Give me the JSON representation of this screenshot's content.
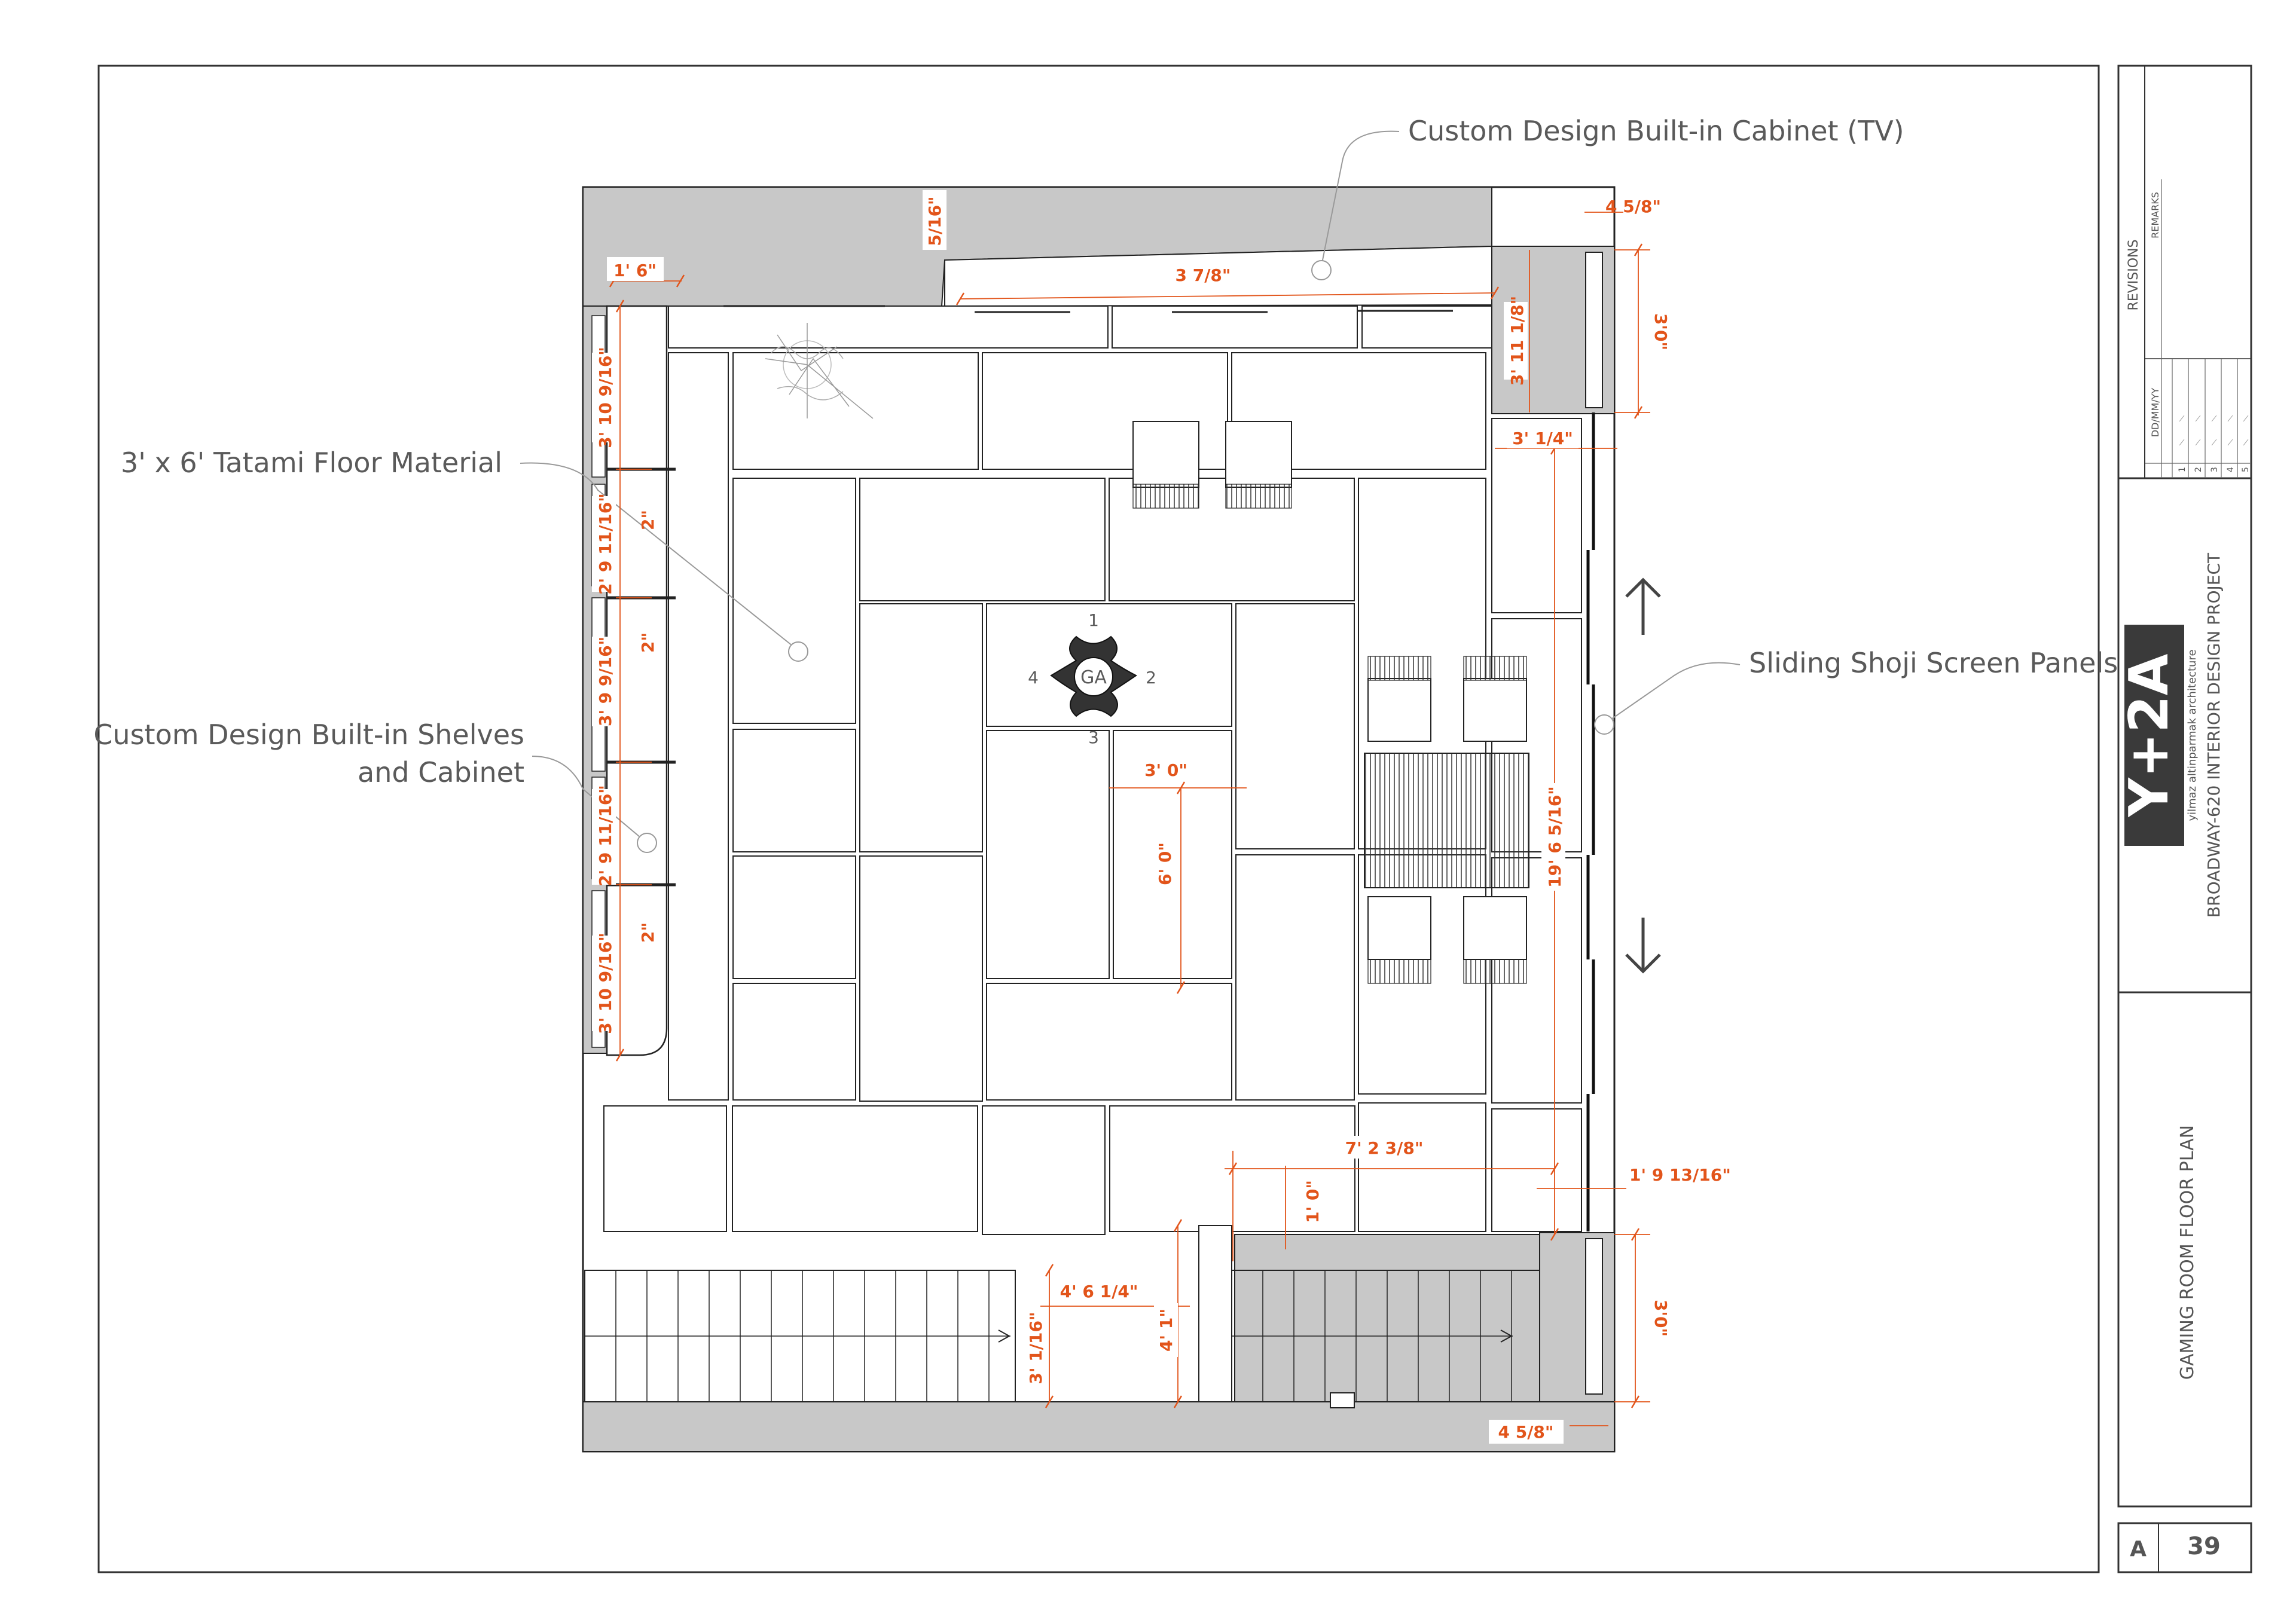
{
  "labels": {
    "tv_cabinet": "Custom Design Built-in Cabinet (TV)",
    "tatami": "3' x 6' Tatami Floor Material",
    "shelves_line1": "Custom Design Built-in Shelves",
    "shelves_line2": "and Cabinet",
    "shoji": "Sliding Shoji Screen Panels"
  },
  "dimensions": {
    "d_1_6": "1' 6\"",
    "d_5_16": "5/16\"",
    "d_3_7_8": "3 7/8\"",
    "d_4_5_8_top": "4 5/8\"",
    "d_3_0_top": "3'0\"",
    "d_3_11_1_8": "3' 11 1/8\"",
    "d_3_1_4": "3' 1/4\"",
    "d_3_10_9_16_a": "3' 10 9/16\"",
    "d_2_a": "2\"",
    "d_2_9_11_16_a": "2' 9 11/16\"",
    "d_2_b": "2\"",
    "d_3_9_9_16": "3' 9 9/16\"",
    "d_2_9_11_16_b": "2' 9 11/16\"",
    "d_2_c": "2\"",
    "d_3_10_9_16_b": "3' 10 9/16\"",
    "d_3_0_mid": "3' 0\"",
    "d_6_0": "6' 0\"",
    "d_19_6_5_16": "19' 6 5/16\"",
    "d_7_2_3_8": "7' 2 3/8\"",
    "d_1_0": "1' 0\"",
    "d_1_9_13_16": "1' 9 13/16\"",
    "d_4_6_1_4": "4' 6 1/4\"",
    "d_4_1": "4' 1\"",
    "d_3_1_16": "3' 1/16\"",
    "d_3_0_bottom": "3'0\"",
    "d_4_5_8_bottom": "4 5/8\""
  },
  "game_table": {
    "label": "GA",
    "seats": [
      "1",
      "2",
      "3",
      "4"
    ]
  },
  "title_block": {
    "revisions": "REVISIONS",
    "remarks": "REMARKS",
    "date_header": "DD/MM/YY",
    "rev_numbers": [
      "1",
      "2",
      "3",
      "4",
      "5"
    ],
    "logo": "Y+2A",
    "firm_name": "yilmaz altinparmak architecture",
    "project": "BROADWAY-620 INTERIOR DESIGN PROJECT",
    "sheet_title": "GAMING ROOM FLOOR PLAN",
    "sheet_prefix": "A",
    "sheet_number": "39"
  },
  "colors": {
    "wall": "#c8c8c8",
    "dimension": "#e2541a",
    "label": "#5a5a5a",
    "line": "#222222"
  }
}
